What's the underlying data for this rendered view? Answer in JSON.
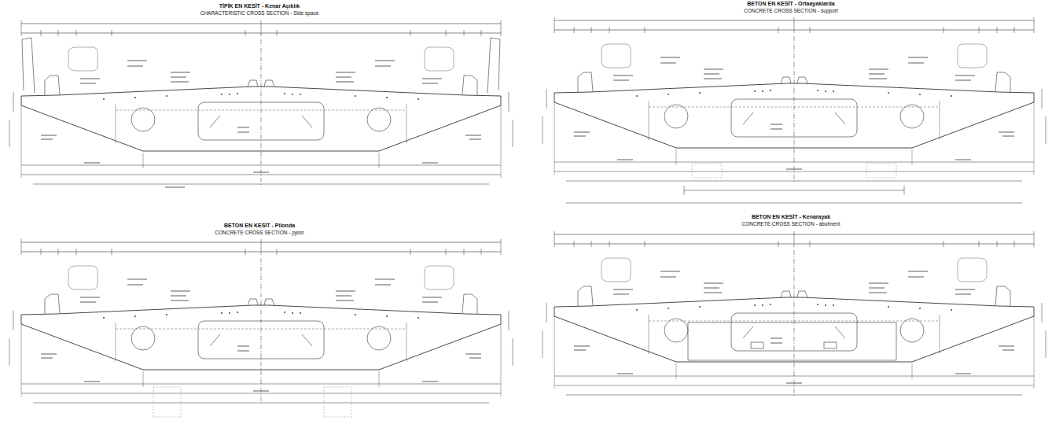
{
  "diagram": {
    "labels": [
      "TİPİK EN KESİT - Kenar Açıklık",
      "CHARACTERISTIC CROSS SECTION - Side space",
      "BETON EN KESİT - Pilonda",
      "CONCRETE CROSS SECTION - pylon",
      "BETON EN KESİT - Ortaayaklarda",
      "CONCRETE CROSS SECTION - support",
      "BETON EN KESİT - Kenarayak",
      "CONCRETE CROSS SECTION - abutment"
    ]
  }
}
